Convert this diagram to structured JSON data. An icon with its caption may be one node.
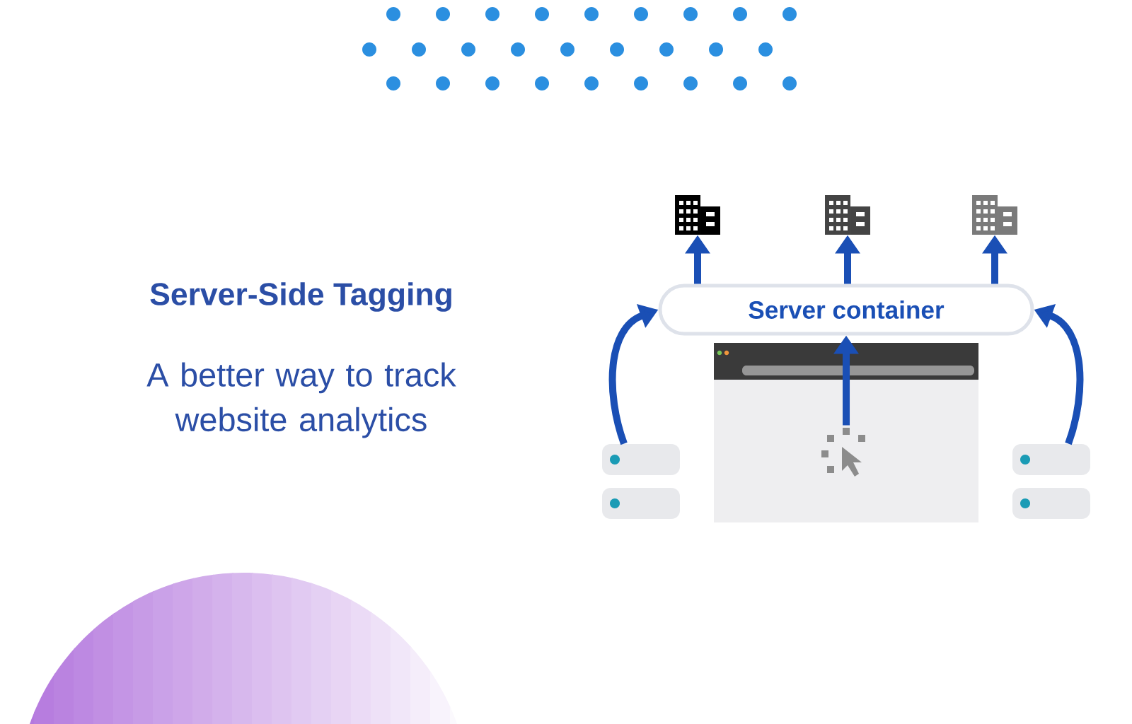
{
  "diagram": {
    "title": "Server-Side Tagging",
    "nodes": [
      {
        "text": [
          "Server container"
        ]
      },
      {
        "text": [],
        "shape": "picture"
      },
      {
        "text": [],
        "shape": "picture"
      },
      {
        "text": [],
        "shape": "picture"
      },
      {
        "text": [],
        "shape": "picture"
      },
      {
        "text": [],
        "shape": "picture",
        "in": 4
      },
      {
        "text": [],
        "shape": "bar"
      },
      {
        "text": [],
        "shape": "bar"
      },
      {
        "text": [],
        "shape": "bar"
      },
      {
        "text": [],
        "shape": "bar"
      }
    ],
    "edges": [
      {
        "from": 0,
        "to": 1,
        "arrow": "to"
      },
      {
        "from": 0,
        "to": 2,
        "arrow": "to"
      },
      {
        "from": 0,
        "to": 3,
        "arrow": "to"
      },
      {
        "from": 5,
        "to": 0,
        "arrow": "to"
      },
      {
        "from": 6,
        "to": 0,
        "arrow": "to"
      },
      {
        "from": 8,
        "to": 0,
        "arrow": "to"
      }
    ],
    "labels": [
      "A better way to track website analytics"
    ]
  }
}
